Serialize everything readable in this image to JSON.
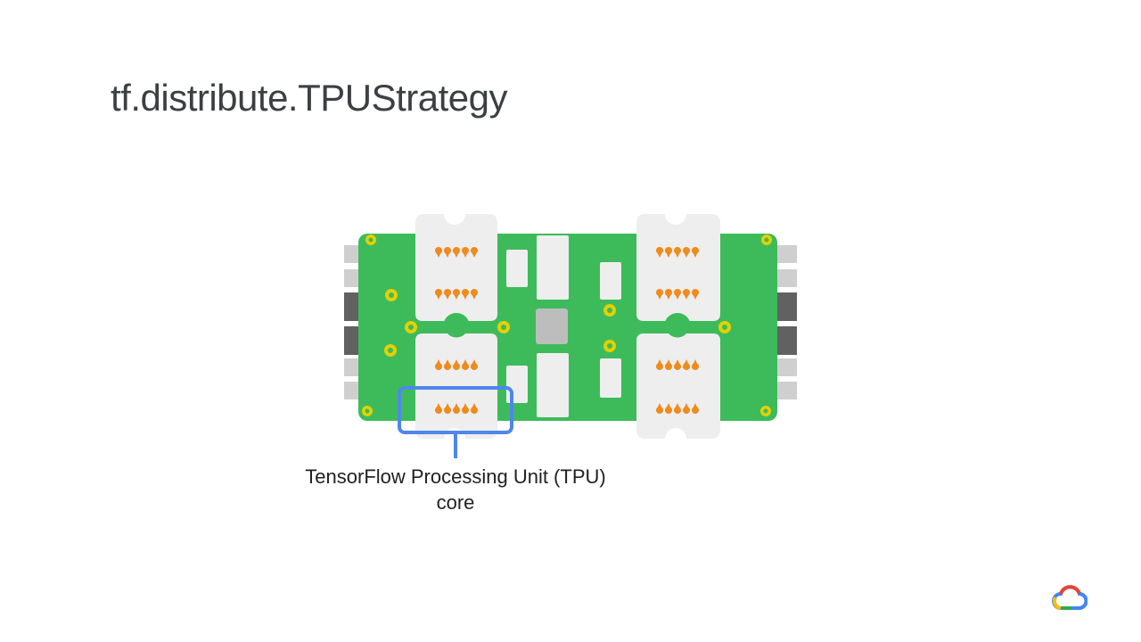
{
  "slide": {
    "title": "tf.distribute.TPUStrategy"
  },
  "diagram": {
    "caption_line_1": "TensorFlow Processing Unit (TPU)",
    "caption_line_2": "core",
    "colors": {
      "board": "#3dbb5a",
      "chip": "#eeeeee",
      "pins": "#ef8a1c",
      "highlight": "#4f86ec",
      "mount_hole": "#e5d000"
    }
  },
  "branding": {
    "logo_icon": "google-cloud-icon"
  }
}
